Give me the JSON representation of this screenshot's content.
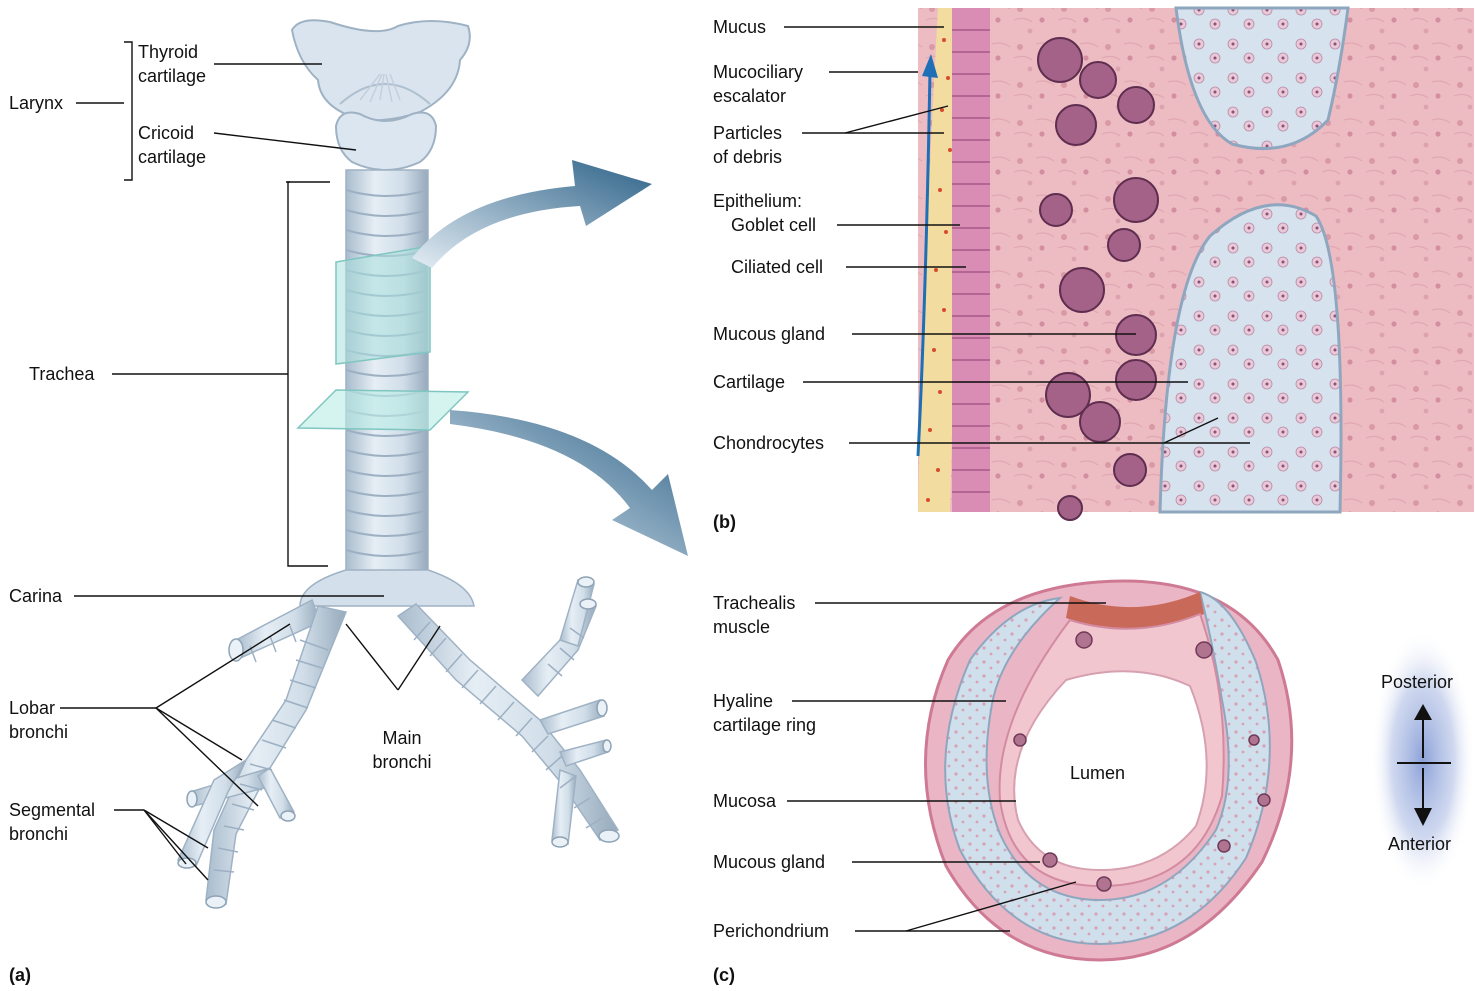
{
  "panels": {
    "a": "(a)",
    "b": "(b)",
    "c": "(c)"
  },
  "panel_a": {
    "larynx": "Larynx",
    "thyroid": [
      "Thyroid",
      "cartilage"
    ],
    "cricoid": [
      "Cricoid",
      "cartilage"
    ],
    "trachea": "Trachea",
    "carina": "Carina",
    "lobar": [
      "Lobar",
      "bronchi"
    ],
    "main": [
      "Main",
      "bronchi"
    ],
    "segmental": [
      "Segmental",
      "bronchi"
    ]
  },
  "panel_b": {
    "mucus": "Mucus",
    "escalator": [
      "Mucociliary",
      "escalator"
    ],
    "debris": [
      "Particles",
      "of debris"
    ],
    "epithelium": "Epithelium:",
    "goblet": "Goblet cell",
    "ciliated": "Ciliated cell",
    "gland": "Mucous gland",
    "cartilage": "Cartilage",
    "chondrocytes": "Chondrocytes"
  },
  "panel_c": {
    "trachealis": [
      "Trachealis",
      "muscle"
    ],
    "hyaline": [
      "Hyaline",
      "cartilage ring"
    ],
    "mucosa": "Mucosa",
    "gland": "Mucous gland",
    "perichondrium": "Perichondrium",
    "lumen": "Lumen",
    "posterior": "Posterior",
    "anterior": "Anterior"
  },
  "colors": {
    "cartilage_blue": "#cfdde9",
    "tissue_pink": "#edbcc3",
    "epithelium_magenta": "#c97aa8",
    "muscle_red": "#c9695a",
    "arrow_blue": "#2f6690",
    "escalator_line": "#1e6fb5"
  }
}
